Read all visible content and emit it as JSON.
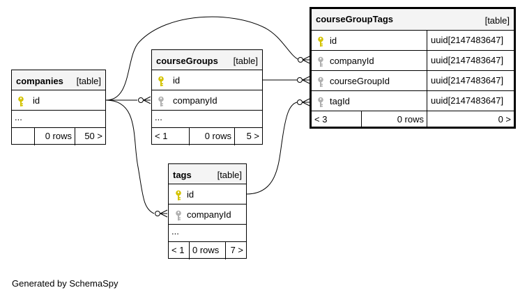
{
  "diagram": {
    "footer_text": "Generated by SchemaSpy",
    "tables": {
      "companies": {
        "name": "companies",
        "type": "[table]",
        "columns": [
          {
            "name": "id",
            "key": "primary"
          }
        ],
        "more": "...",
        "footer": {
          "parents": "",
          "rows": "0 rows",
          "children": "50 >"
        }
      },
      "courseGroups": {
        "name": "courseGroups",
        "type": "[table]",
        "columns": [
          {
            "name": "id",
            "key": "primary"
          },
          {
            "name": "companyId",
            "key": "foreign"
          }
        ],
        "more": "...",
        "footer": {
          "parents": "< 1",
          "rows": "0 rows",
          "children": "5 >"
        }
      },
      "tags": {
        "name": "tags",
        "type": "[table]",
        "columns": [
          {
            "name": "id",
            "key": "primary"
          },
          {
            "name": "companyId",
            "key": "foreign"
          }
        ],
        "more": "...",
        "footer": {
          "parents": "< 1",
          "rows": "0 rows",
          "children": "7 >"
        }
      },
      "courseGroupTags": {
        "name": "courseGroupTags",
        "type": "[table]",
        "columns": [
          {
            "name": "id",
            "datatype": "uuid[2147483647]",
            "key": "primary"
          },
          {
            "name": "companyId",
            "datatype": "uuid[2147483647]",
            "key": "foreign"
          },
          {
            "name": "courseGroupId",
            "datatype": "uuid[2147483647]",
            "key": "foreign"
          },
          {
            "name": "tagId",
            "datatype": "uuid[2147483647]",
            "key": "foreign"
          }
        ],
        "footer": {
          "parents": "< 3",
          "rows": "0 rows",
          "children": "0 >"
        }
      }
    },
    "relationships": [
      {
        "from": "companies.id",
        "to": "courseGroupTags.companyId"
      },
      {
        "from": "companies.id",
        "to": "courseGroups.companyId"
      },
      {
        "from": "companies.id",
        "to": "tags.companyId"
      },
      {
        "from": "courseGroups.id",
        "to": "courseGroupTags.courseGroupId"
      },
      {
        "from": "tags.id",
        "to": "courseGroupTags.tagId"
      }
    ],
    "colors": {
      "primary_key": "#d4c300",
      "foreign_key": "#b0b0b0",
      "header_bg": "#f4f4f4",
      "line": "#000000"
    }
  }
}
